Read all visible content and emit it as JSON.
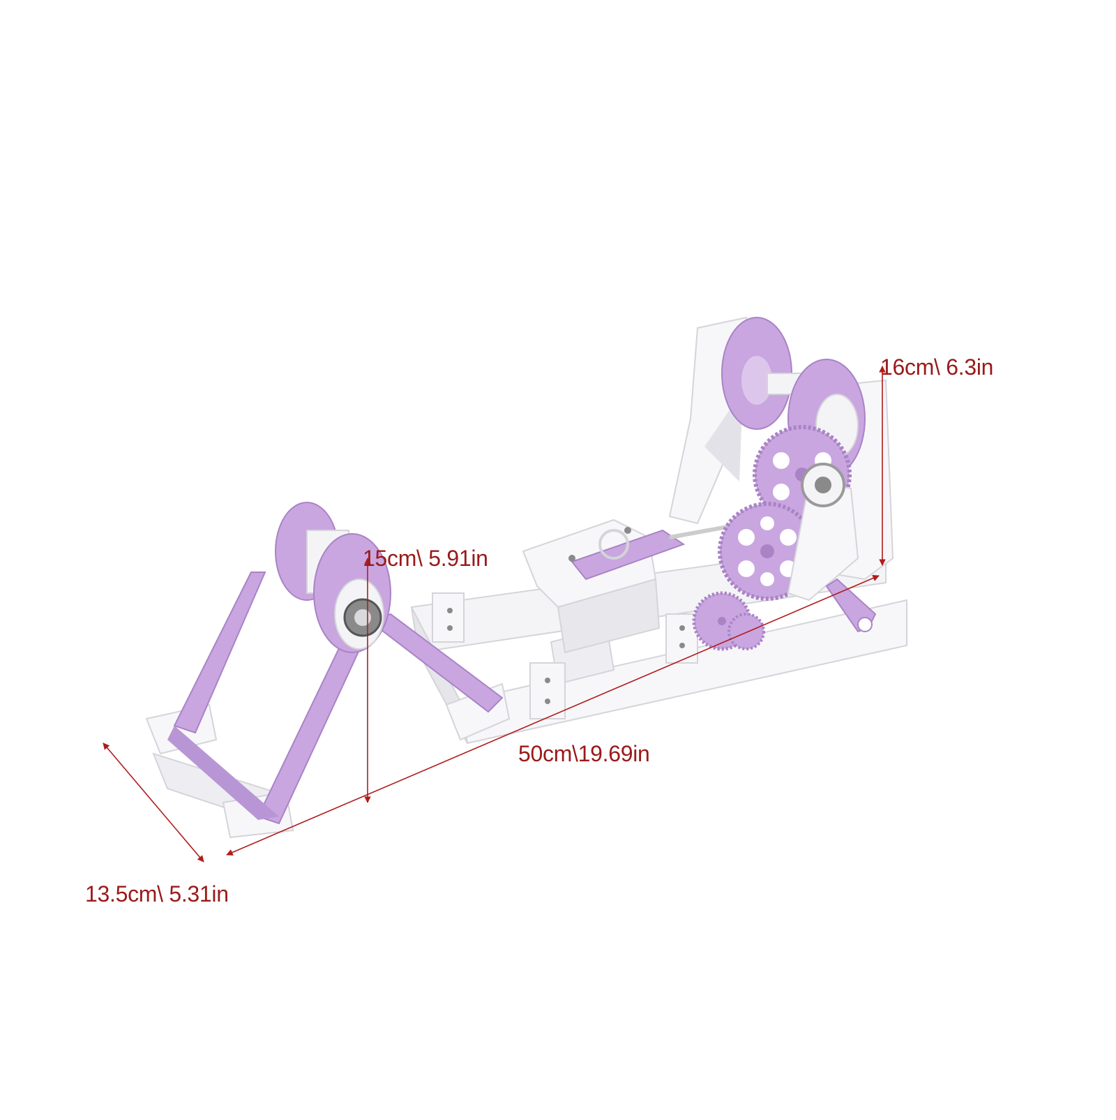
{
  "image": {
    "subject": "yarn-winder",
    "colors": {
      "background": "#ffffff",
      "frame": "#f4f4f6",
      "frame_shadow": "#d9d9de",
      "accent": "#c9a6e0",
      "accent_dark": "#a983c6",
      "dimension_line": "#b01c1c",
      "dimension_text": "#9a1a1a",
      "metal": "#8a8a8a"
    }
  },
  "dimensions": {
    "height": "16cm\\ 6.3in",
    "swift_height": "15cm\\ 5.91in",
    "length": "50cm\\19.69in",
    "width": "13.5cm\\ 5.31in"
  }
}
